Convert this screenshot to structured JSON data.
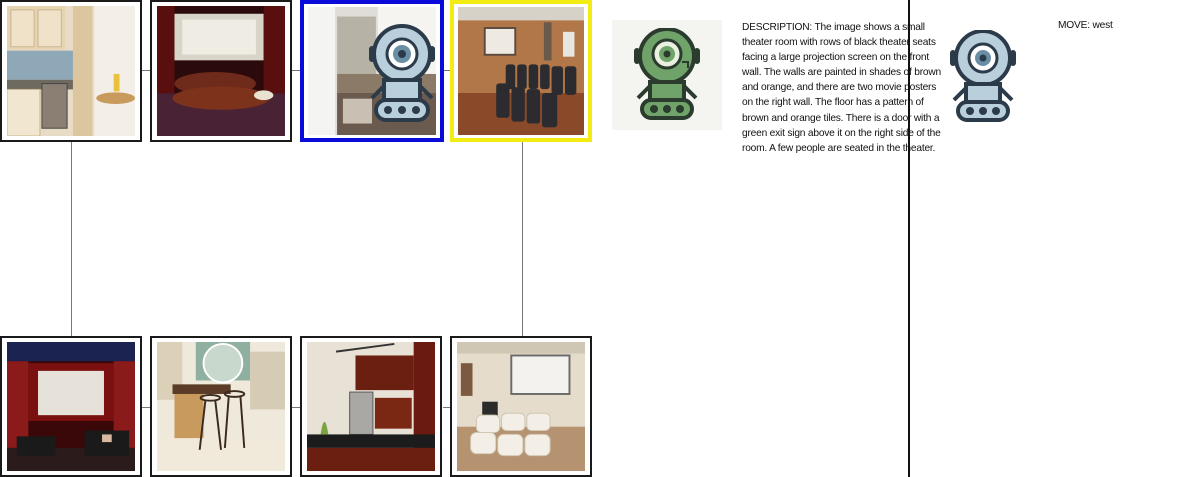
{
  "description_panel": {
    "text": "DESCRIPTION: The image shows a small theater room with rows of black theater seats facing a large projection screen on the front wall. The walls are painted in shades of brown and orange, and there are two movie posters on the right wall. The floor has a pattern of brown and orange tiles. There is a door with a green exit sign above it on the right side of the room. A few people are seated in the theater."
  },
  "move_panel": {
    "text": "MOVE: west"
  },
  "map": {
    "current_tile": "top-3",
    "target_tile": "top-4",
    "colors": {
      "current": "#0a0adb",
      "target": "#f2ec12",
      "green_robot": "#6fa36a",
      "blue_robot": "#b9cfdc"
    },
    "tiles": [
      {
        "id": "top-1",
        "scene": "kitchen"
      },
      {
        "id": "top-2",
        "scene": "home theater"
      },
      {
        "id": "top-3",
        "scene": "kitchen with robot"
      },
      {
        "id": "top-4",
        "scene": "theater seats"
      },
      {
        "id": "bottom-1",
        "scene": "red home theater"
      },
      {
        "id": "bottom-2",
        "scene": "kitchen island"
      },
      {
        "id": "bottom-3",
        "scene": "kitchen counter"
      },
      {
        "id": "bottom-4",
        "scene": "white sofa theater"
      }
    ]
  },
  "icons": [
    "green-robot-icon",
    "blue-robot-icon"
  ]
}
